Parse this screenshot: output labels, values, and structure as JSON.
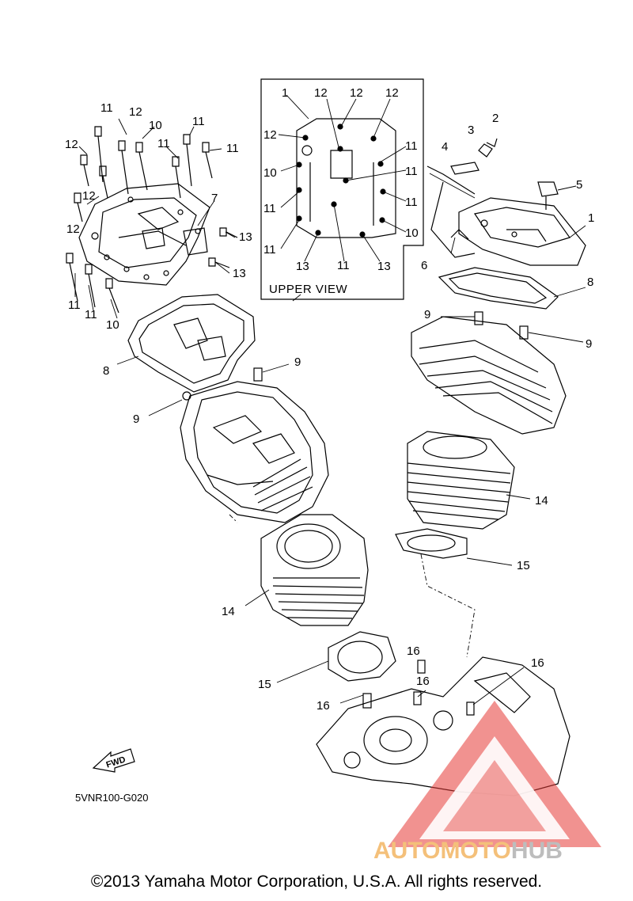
{
  "inset": {
    "title": "UPPER VIEW"
  },
  "callouts": [
    {
      "id": "c1",
      "text": "11"
    },
    {
      "id": "c2",
      "text": "12"
    },
    {
      "id": "c3",
      "text": "10"
    },
    {
      "id": "c4",
      "text": "11"
    },
    {
      "id": "c5",
      "text": "11"
    },
    {
      "id": "c6",
      "text": "11"
    },
    {
      "id": "c7",
      "text": "12"
    },
    {
      "id": "c8",
      "text": "12"
    },
    {
      "id": "c9",
      "text": "7"
    },
    {
      "id": "c10",
      "text": "12"
    },
    {
      "id": "c11",
      "text": "13"
    },
    {
      "id": "c12",
      "text": "13"
    },
    {
      "id": "c13",
      "text": "11"
    },
    {
      "id": "c14",
      "text": "11"
    },
    {
      "id": "c15",
      "text": "10"
    },
    {
      "id": "c16",
      "text": "8"
    },
    {
      "id": "c17",
      "text": "9"
    },
    {
      "id": "c18",
      "text": "9"
    },
    {
      "id": "c19",
      "text": "1"
    },
    {
      "id": "c20",
      "text": "12"
    },
    {
      "id": "c21",
      "text": "12"
    },
    {
      "id": "c22",
      "text": "12"
    },
    {
      "id": "c23",
      "text": "12"
    },
    {
      "id": "c24",
      "text": "11"
    },
    {
      "id": "c25",
      "text": "10"
    },
    {
      "id": "c26",
      "text": "11"
    },
    {
      "id": "c27",
      "text": "11"
    },
    {
      "id": "c28",
      "text": "11"
    },
    {
      "id": "c29",
      "text": "11"
    },
    {
      "id": "c30",
      "text": "10"
    },
    {
      "id": "c31",
      "text": "11"
    },
    {
      "id": "c32",
      "text": "13"
    },
    {
      "id": "c33",
      "text": "11"
    },
    {
      "id": "c34",
      "text": "13"
    },
    {
      "id": "c35",
      "text": "3"
    },
    {
      "id": "c36",
      "text": "2"
    },
    {
      "id": "c37",
      "text": "4"
    },
    {
      "id": "c38",
      "text": "5"
    },
    {
      "id": "c39",
      "text": "1"
    },
    {
      "id": "c40",
      "text": "6"
    },
    {
      "id": "c41",
      "text": "8"
    },
    {
      "id": "c42",
      "text": "9"
    },
    {
      "id": "c43",
      "text": "9"
    },
    {
      "id": "c44",
      "text": "14"
    },
    {
      "id": "c45",
      "text": "15"
    },
    {
      "id": "c46",
      "text": "14"
    },
    {
      "id": "c47",
      "text": "15"
    },
    {
      "id": "c48",
      "text": "16"
    },
    {
      "id": "c49",
      "text": "16"
    },
    {
      "id": "c50",
      "text": "16"
    },
    {
      "id": "c51",
      "text": "16"
    }
  ],
  "fwd_label": "FWD",
  "drawing_code": "5VNR100-G020",
  "copyright": "©2013 Yamaha Motor Corporation, U.S.A. All rights reserved.",
  "logo": {
    "part_a": "AUTOMOTO",
    "part_b": "HUB",
    "color_a": "#f4c07a",
    "color_b": "#bdbdbd",
    "triangle_color": "#e53935"
  }
}
